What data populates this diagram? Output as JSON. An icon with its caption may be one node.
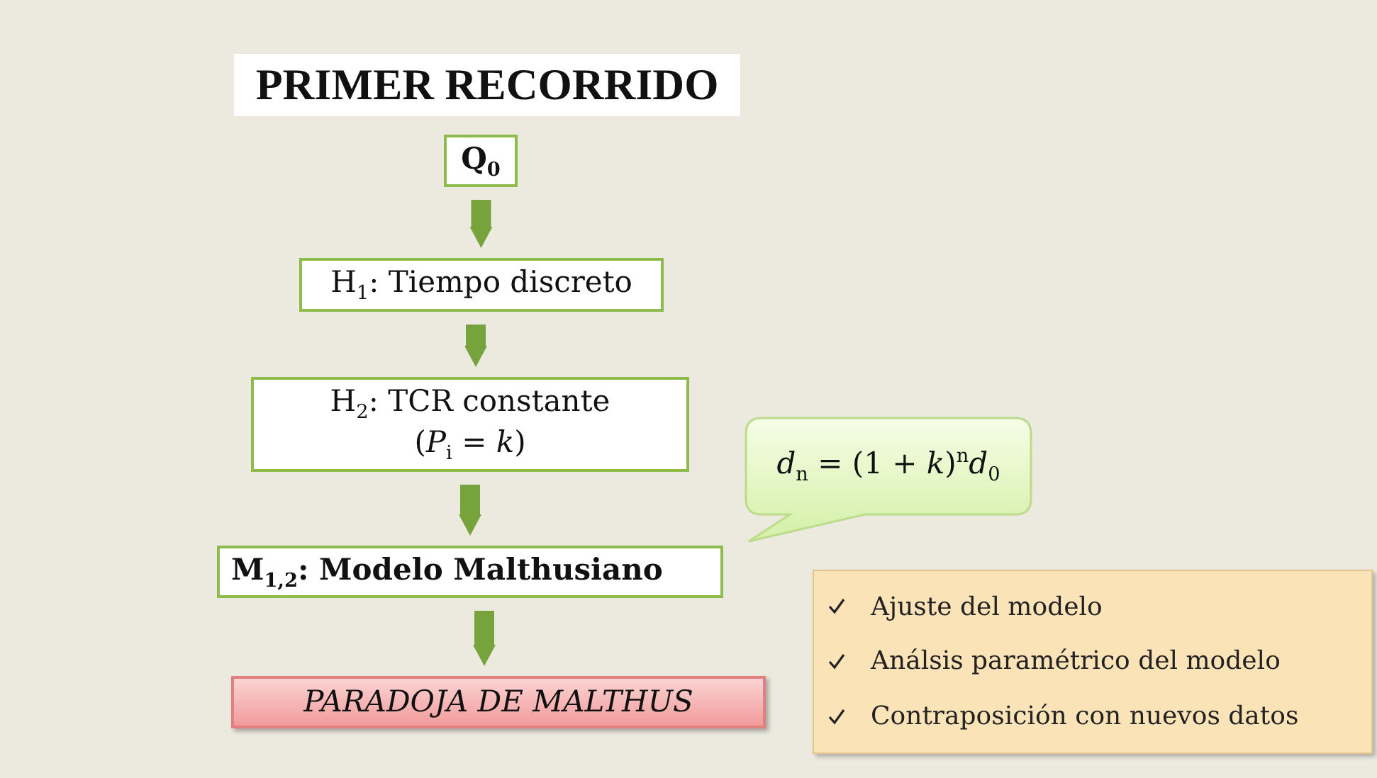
{
  "diagram": {
    "title": "PRIMER RECORRIDO",
    "nodes": [
      {
        "text": [
          "Q$_{0}$"
        ]
      },
      {
        "text": [
          "H$_{1}$: Tiempo discreto"
        ]
      },
      {
        "text": [
          "H$_{2}$: TCR constante",
          "(*P*$_{i}$ = *k*)"
        ]
      },
      {
        "text": [
          "M$_{1,2}$: Modelo Malthusiano"
        ]
      },
      {
        "text": [
          "PARADOJA DE MALTHUS"
        ]
      },
      {
        "text": [
          "*d*$_{n}$ = (1 + *k*)$^{n}$*d*$_{0}$"
        ]
      },
      {
        "text": [
          "Ajuste del modelo",
          "Análsis paramétrico del modelo",
          "Contraposición con nuevos datos"
        ]
      }
    ],
    "edges": [
      {
        "from": 0,
        "to": 1,
        "arrow": "to"
      },
      {
        "from": 1,
        "to": 2,
        "arrow": "to"
      },
      {
        "from": 2,
        "to": 3,
        "arrow": "to"
      },
      {
        "from": 3,
        "to": 4,
        "arrow": "to"
      }
    ]
  }
}
